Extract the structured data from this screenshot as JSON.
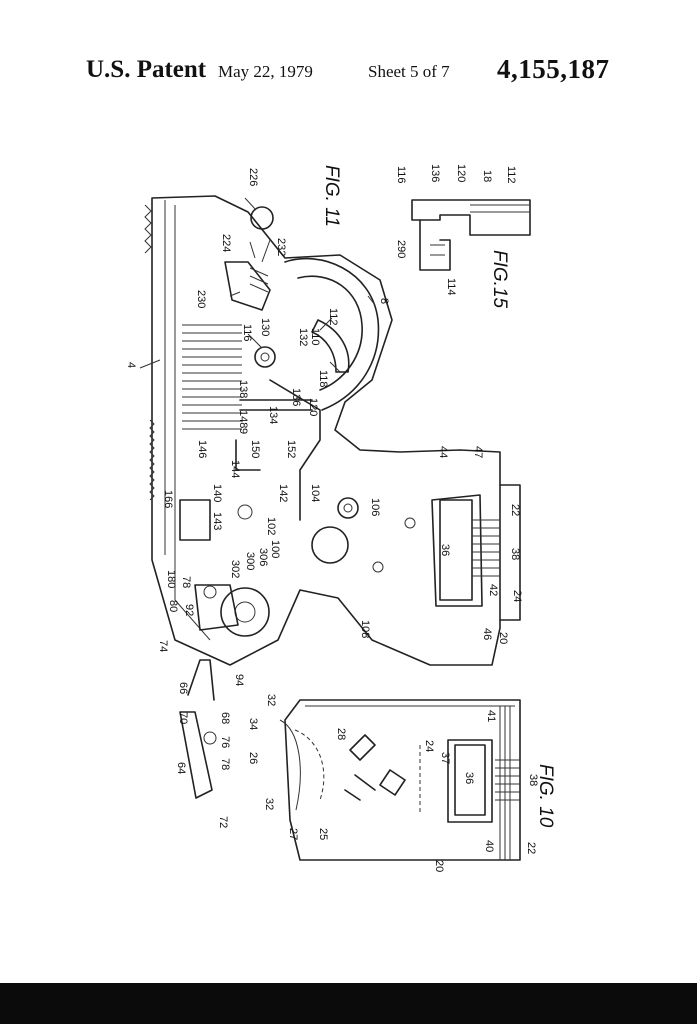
{
  "header": {
    "title": "U.S. Patent",
    "date": "May 22, 1979",
    "sheet": "Sheet 5 of 7",
    "patent_number": "4,155,187"
  },
  "figures": {
    "fig11": "FIG. 11",
    "fig10": "FIG. 10",
    "fig15": "FIG.15"
  },
  "labels": {
    "fig11": [
      "226",
      "224",
      "232",
      "230",
      "8",
      "4",
      "116",
      "130",
      "112",
      "132",
      "110",
      "118",
      "120",
      "136",
      "138",
      "134",
      "148",
      "9",
      "150",
      "152",
      "144",
      "146",
      "140",
      "142",
      "104",
      "143",
      "166",
      "102",
      "106",
      "100",
      "306",
      "300",
      "302",
      "180",
      "78",
      "80",
      "92",
      "94",
      "74",
      "108",
      "36",
      "38",
      "44",
      "47",
      "22",
      "42",
      "24",
      "46",
      "20"
    ],
    "fig15": [
      "116",
      "136",
      "120",
      "18",
      "112",
      "290",
      "114"
    ],
    "fig10": [
      "66",
      "70",
      "68",
      "64",
      "76",
      "78",
      "72",
      "32",
      "34",
      "26",
      "28",
      "24",
      "41",
      "32",
      "27",
      "25",
      "36",
      "37",
      "38",
      "40",
      "22",
      "20"
    ]
  }
}
